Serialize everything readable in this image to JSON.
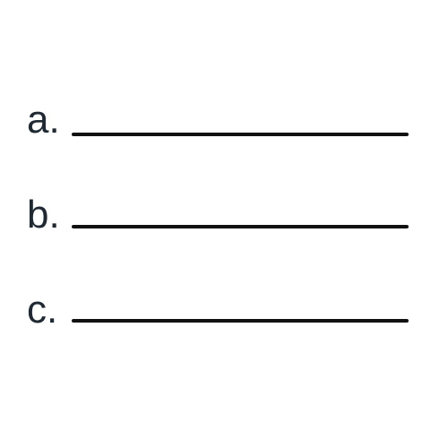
{
  "items": [
    {
      "label": "a."
    },
    {
      "label": "b."
    },
    {
      "label": "c."
    }
  ]
}
